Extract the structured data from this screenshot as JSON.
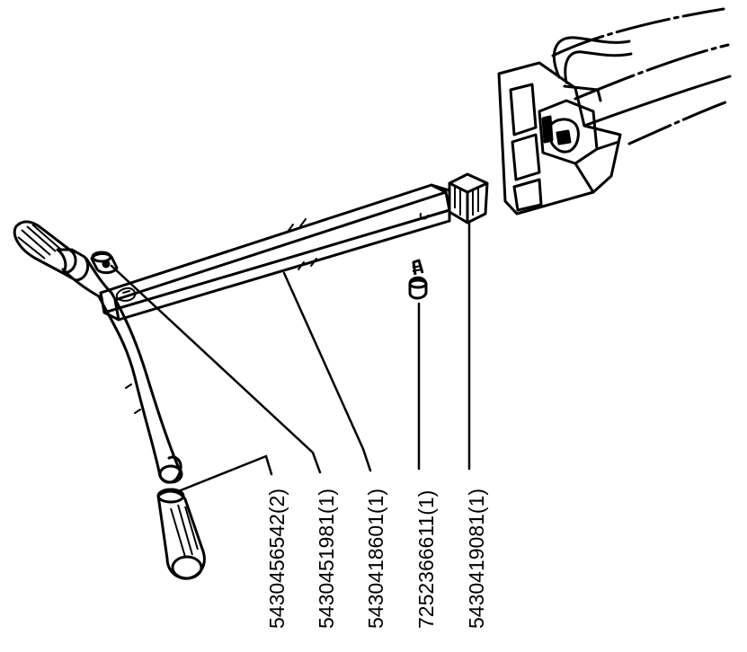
{
  "diagram": {
    "style": "exploded parts view, black line art on white",
    "colors": {
      "ink": "#000000",
      "paper": "#ffffff"
    },
    "parts": [
      {
        "id": "grip",
        "label": "5430456542(2)"
      },
      {
        "id": "end-cap",
        "label": "5430451981(1)"
      },
      {
        "id": "extension-bar",
        "label": "5430418601(1)"
      },
      {
        "id": "screw",
        "label": "7252366611(1)"
      },
      {
        "id": "square-insert",
        "label": "5430419081(1)"
      }
    ]
  }
}
